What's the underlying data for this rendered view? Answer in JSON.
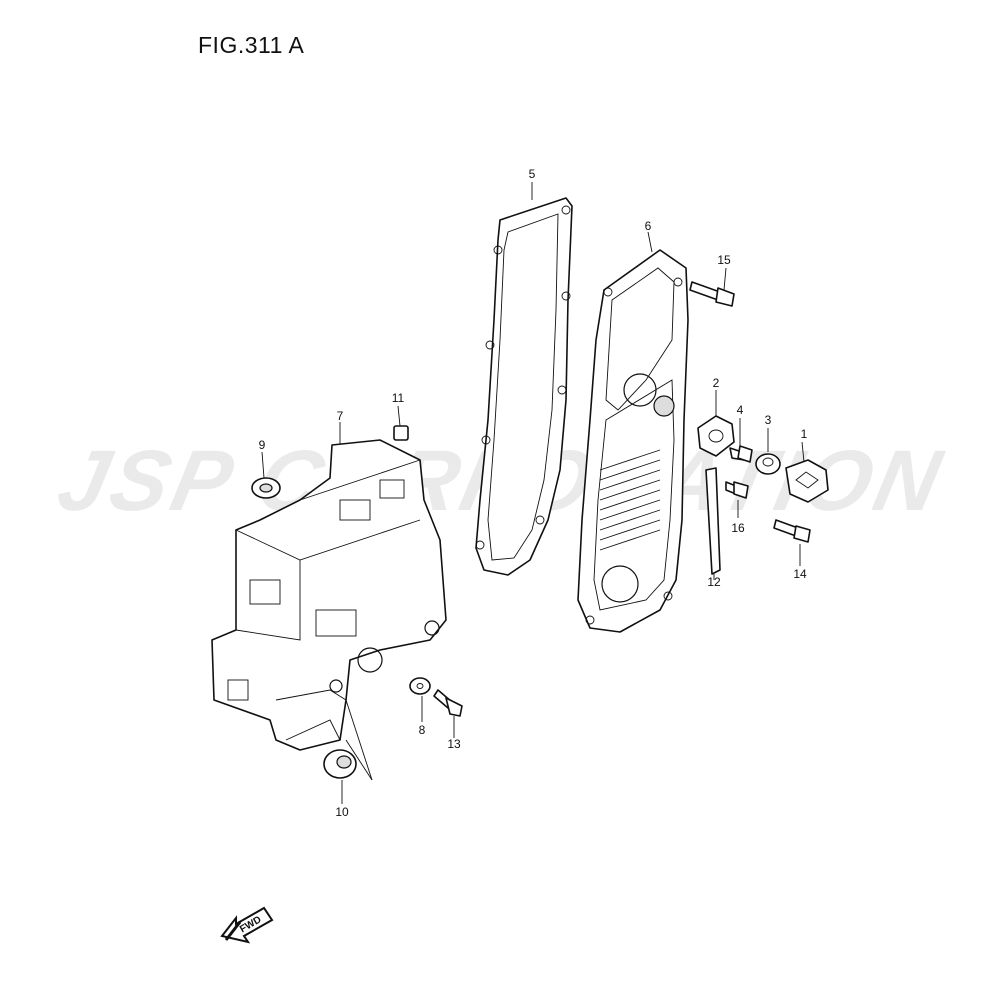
{
  "figure": {
    "title": "FIG.311 A"
  },
  "watermark": {
    "text": "JSP CORPORATION"
  },
  "fwd_label": "FWD",
  "callouts": [
    {
      "id": "c1",
      "label": "1"
    },
    {
      "id": "c2",
      "label": "2"
    },
    {
      "id": "c3",
      "label": "3"
    },
    {
      "id": "c4",
      "label": "4"
    },
    {
      "id": "c5",
      "label": "5"
    },
    {
      "id": "c6",
      "label": "6"
    },
    {
      "id": "c7",
      "label": "7"
    },
    {
      "id": "c8",
      "label": "8"
    },
    {
      "id": "c9",
      "label": "9"
    },
    {
      "id": "c10",
      "label": "10"
    },
    {
      "id": "c11",
      "label": "11"
    },
    {
      "id": "c12",
      "label": "12"
    },
    {
      "id": "c13",
      "label": "13"
    },
    {
      "id": "c14",
      "label": "14"
    },
    {
      "id": "c15",
      "label": "15"
    },
    {
      "id": "c16",
      "label": "16"
    }
  ]
}
